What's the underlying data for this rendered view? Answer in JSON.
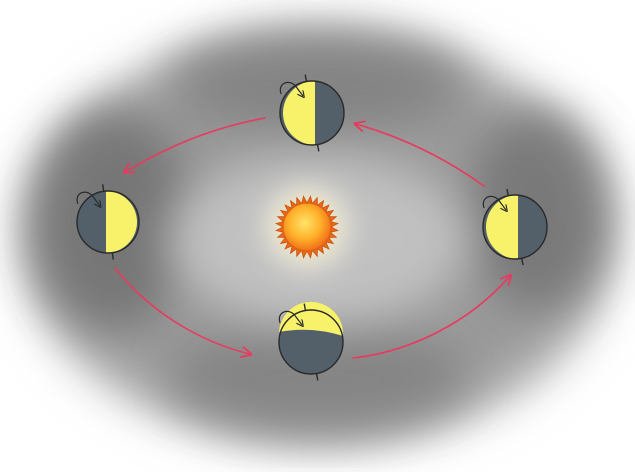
{
  "diagram": {
    "subject": "earth-orbit-around-sun",
    "colors": {
      "paper": "#ffffff",
      "cloud_dark": "#6f6f6f",
      "cloud_mid": "#a9a9a9",
      "glow": "#fff6c8",
      "sun_core": "#ffcf3a",
      "sun_edge": "#f07a1e",
      "sun_rays": "#e86a14",
      "day_side": "#f8f26a",
      "night_side": "#53606a",
      "outline": "#2a2a2a",
      "orbit_arrow": "#e83a5e"
    },
    "earths": [
      {
        "name": "earth-top",
        "lit_side": "left"
      },
      {
        "name": "earth-right",
        "lit_side": "left"
      },
      {
        "name": "earth-bottom",
        "lit_side": "top"
      },
      {
        "name": "earth-left",
        "lit_side": "right"
      }
    ],
    "orbit_direction": "counterclockwise"
  }
}
